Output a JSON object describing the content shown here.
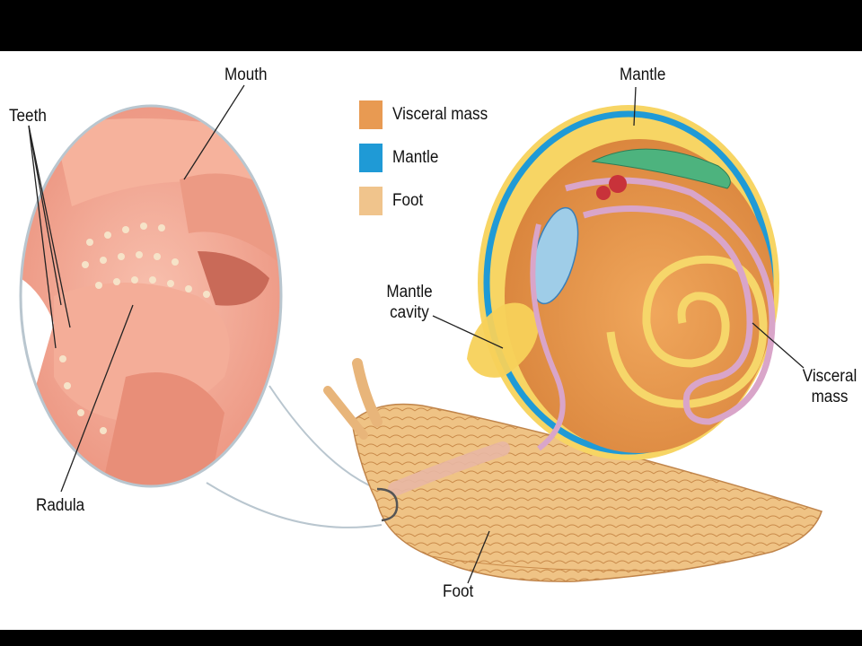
{
  "colors": {
    "visceral_mass": "#e89a52",
    "mantle": "#1f9ad6",
    "foot": "#f0c48c",
    "mouth_tissue": "#f2a48e",
    "shell_rim": "#f7d564"
  },
  "legend": [
    {
      "label": "Visceral mass",
      "icon": "visceral-mass-swatch"
    },
    {
      "label": "Mantle",
      "icon": "mantle-swatch"
    },
    {
      "label": "Foot",
      "icon": "foot-swatch"
    }
  ],
  "labels": {
    "teeth": "Teeth",
    "mouth": "Mouth",
    "radula": "Radula",
    "mantle_top": "Mantle",
    "mantle_cavity_1": "Mantle",
    "mantle_cavity_2": "cavity",
    "visceral_mass_1": "Visceral",
    "visceral_mass_2": "mass",
    "foot": "Foot"
  }
}
